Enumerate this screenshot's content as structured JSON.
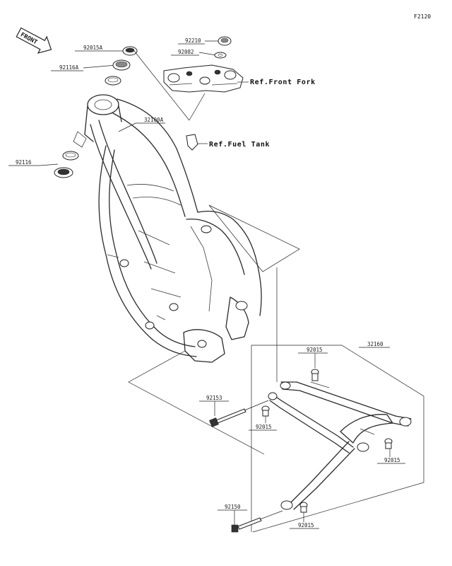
{
  "figure_code": "F2120",
  "direction_arrow": {
    "label": "FRONT"
  },
  "parts": [
    {
      "id": "p-92210",
      "number": "92210"
    },
    {
      "id": "p-92082",
      "number": "92082"
    },
    {
      "id": "p-92015A",
      "number": "92015A"
    },
    {
      "id": "p-92116A",
      "number": "92116A"
    },
    {
      "id": "p-32100A",
      "number": "32100A"
    },
    {
      "id": "p-92116",
      "number": "92116"
    },
    {
      "id": "p-32160",
      "number": "32160"
    },
    {
      "id": "p-92015-top",
      "number": "92015"
    },
    {
      "id": "p-92153",
      "number": "92153"
    },
    {
      "id": "p-92015-mid",
      "number": "92015"
    },
    {
      "id": "p-92015-right",
      "number": "92015"
    },
    {
      "id": "p-92150",
      "number": "92150"
    },
    {
      "id": "p-92015-bottom",
      "number": "92015"
    }
  ],
  "references": {
    "front_fork": "Ref.Front Fork",
    "fuel_tank": "Ref.Fuel Tank"
  }
}
